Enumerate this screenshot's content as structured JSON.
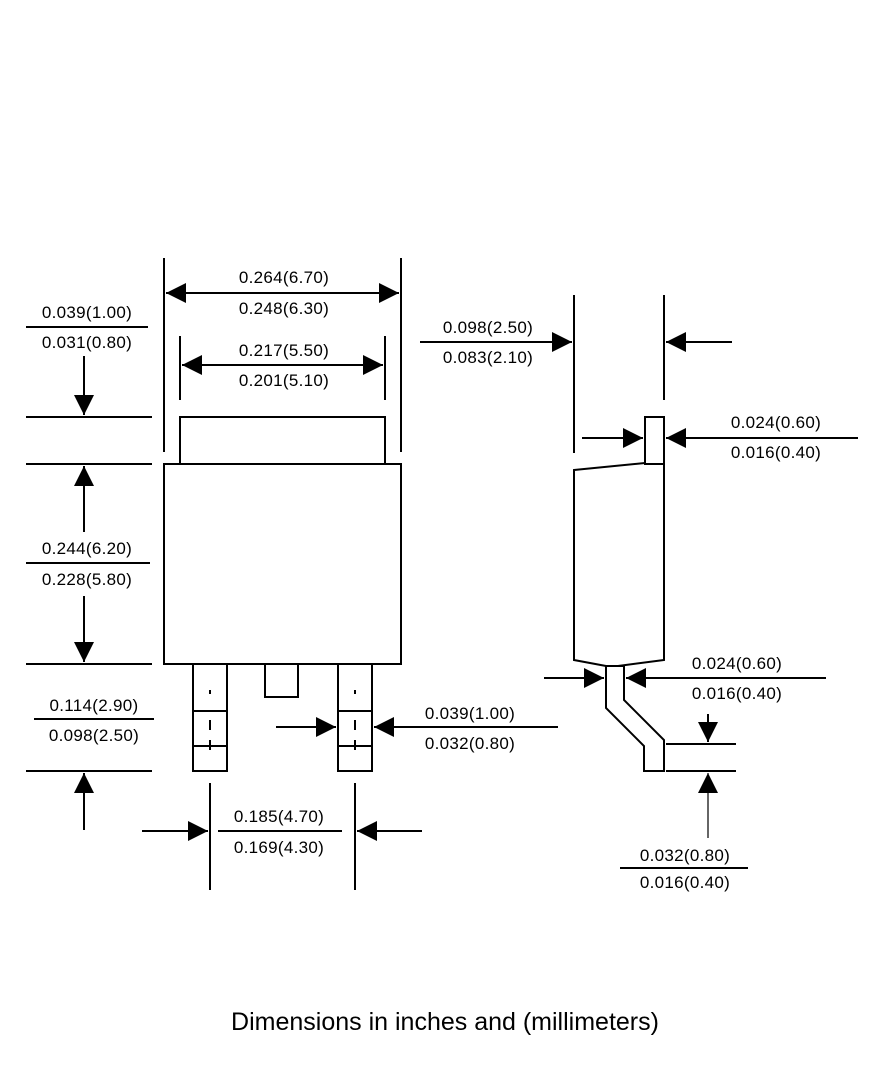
{
  "caption": "Dimensions in inches and (millimeters)",
  "dims": {
    "overall_width": {
      "max": "0.264(6.70)",
      "min": "0.248(6.30)"
    },
    "tab_width": {
      "max": "0.217(5.50)",
      "min": "0.201(5.10)"
    },
    "tab_height": {
      "max": "0.039(1.00)",
      "min": "0.031(0.80)"
    },
    "body_height": {
      "max": "0.244(6.20)",
      "min": "0.228(5.80)"
    },
    "lead_length": {
      "max": "0.114(2.90)",
      "min": "0.098(2.50)"
    },
    "lead_width": {
      "max": "0.039(1.00)",
      "min": "0.032(0.80)"
    },
    "lead_pitch": {
      "max": "0.185(4.70)",
      "min": "0.169(4.30)"
    },
    "body_thickness": {
      "max": "0.098(2.50)",
      "min": "0.083(2.10)"
    },
    "tab_thickness": {
      "max": "0.024(0.60)",
      "min": "0.016(0.40)"
    },
    "lead_thickness": {
      "max": "0.024(0.60)",
      "min": "0.016(0.40)"
    },
    "standoff": {
      "max": "0.032(0.80)",
      "min": "0.016(0.40)"
    }
  }
}
